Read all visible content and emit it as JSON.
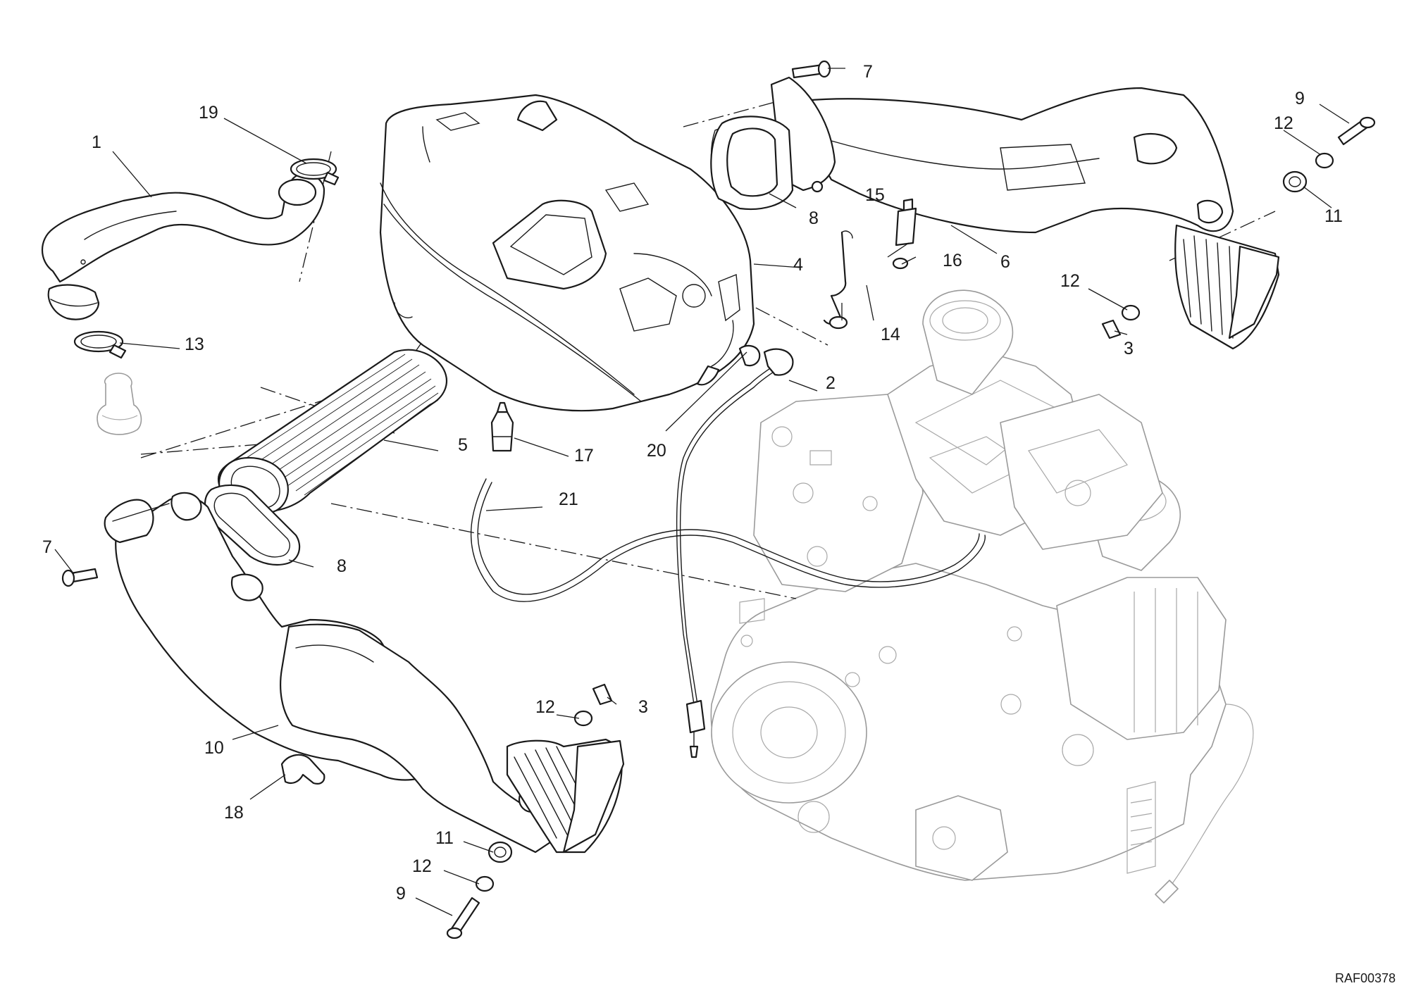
{
  "figure": {
    "reference_code": "RAF00378"
  },
  "callouts": {
    "c1": "1",
    "c2": "2",
    "c3a": "3",
    "c3b": "3",
    "c4": "4",
    "c5": "5",
    "c6": "6",
    "c7a": "7",
    "c7b": "7",
    "c8a": "8",
    "c8b": "8",
    "c9a": "9",
    "c9b": "9",
    "c10": "10",
    "c11a": "11",
    "c11b": "11",
    "c12a": "12",
    "c12b": "12",
    "c12c": "12",
    "c12d": "12",
    "c13": "13",
    "c14": "14",
    "c15": "15",
    "c16": "16",
    "c17": "17",
    "c18": "18",
    "c19": "19",
    "c20": "20",
    "c21": "21"
  }
}
